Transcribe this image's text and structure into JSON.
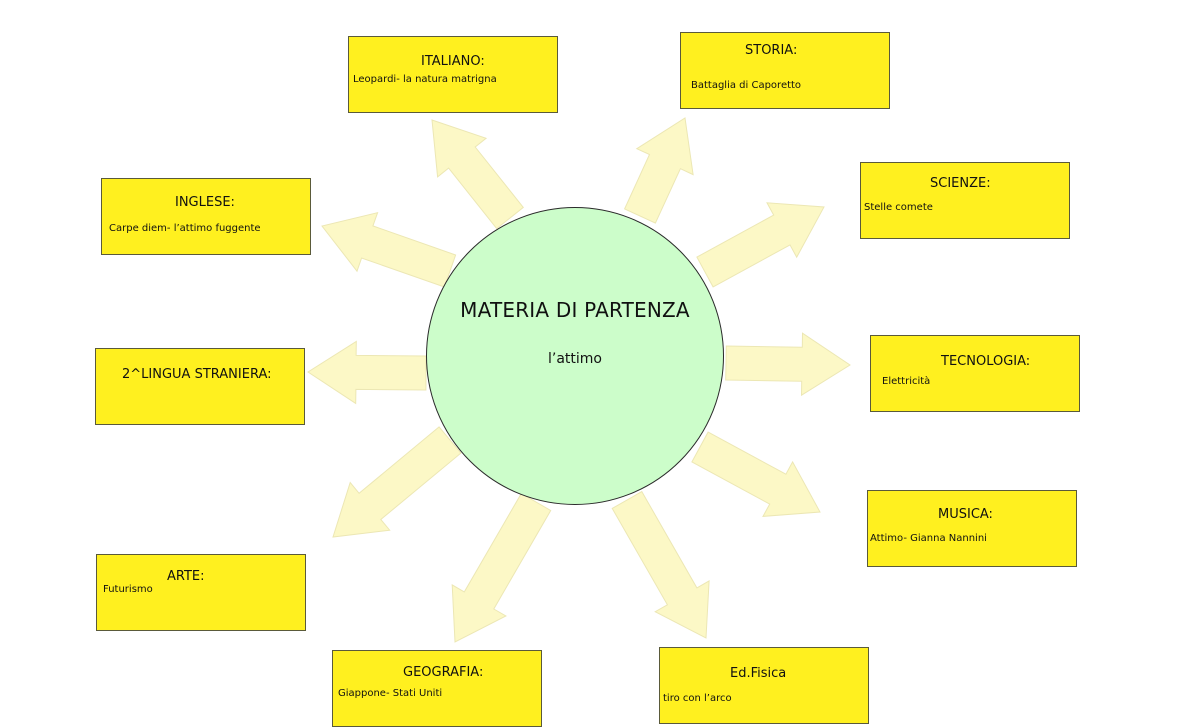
{
  "center": {
    "title": "MATERIA DI PARTENZA",
    "subtitle": "l’attimo"
  },
  "boxes": [
    {
      "id": "italiano",
      "title": "ITALIANO:",
      "detail": "Leopardi- la natura matrigna"
    },
    {
      "id": "storia",
      "title": "STORIA:",
      "detail": "Battaglia di Caporetto"
    },
    {
      "id": "scienze",
      "title": "SCIENZE:",
      "detail": "Stelle comete"
    },
    {
      "id": "tecnologia",
      "title": "TECNOLOGIA:",
      "detail": "Elettricità"
    },
    {
      "id": "musica",
      "title": "MUSICA:",
      "detail": "Attimo- Gianna Nannini"
    },
    {
      "id": "edfisica",
      "title": "Ed.Fisica",
      "detail": "tiro con l’arco"
    },
    {
      "id": "geografia",
      "title": "GEOGRAFIA:",
      "detail": "Giappone- Stati Uniti"
    },
    {
      "id": "arte",
      "title": "ARTE:",
      "detail": "Futurismo"
    },
    {
      "id": "lingua2",
      "title": "2^LINGUA STRANIERA:",
      "detail": ""
    },
    {
      "id": "inglese",
      "title": "INGLESE:",
      "detail": "Carpe diem- l’attimo fuggente"
    }
  ],
  "colors": {
    "box_fill": "#fff01f",
    "circle_fill": "#ccfdca",
    "arrow_fill": "#fcf8c6"
  }
}
